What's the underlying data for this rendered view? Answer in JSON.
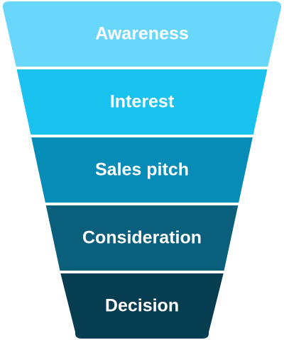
{
  "funnel": {
    "stages": [
      {
        "label": "Awareness",
        "color": "#69D6FB"
      },
      {
        "label": "Interest",
        "color": "#1AC2EF"
      },
      {
        "label": "Sales pitch",
        "color": "#078BB7"
      },
      {
        "label": "Consideration",
        "color": "#0A5F7C"
      },
      {
        "label": "Decision",
        "color": "#073D50"
      }
    ]
  }
}
